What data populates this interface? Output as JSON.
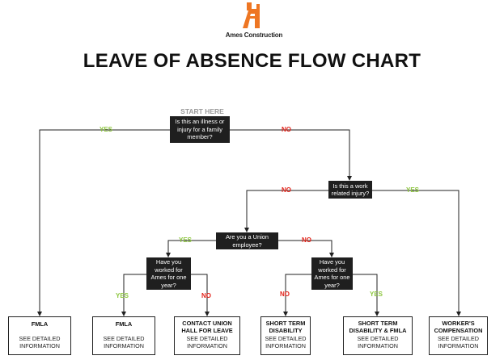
{
  "brand": {
    "name": "Ames Construction",
    "logo_color": "#ee7623"
  },
  "title": "LEAVE OF ABSENCE FLOW CHART",
  "start_label": "START HERE",
  "questions": {
    "illness": "Is this an illness or injury for a family member?",
    "work_related": "Is this a work related injury?",
    "union": "Are you a Union employee?",
    "worked_union": "Have you worked for Ames for one year?",
    "worked_nonunion": "Have you worked for Ames for one year?"
  },
  "answers": {
    "yes": "YES",
    "no": "NO"
  },
  "colors": {
    "yes": "#8dc63f",
    "no": "#e2231a",
    "box": "#1f1f1f"
  },
  "outcomes": [
    {
      "title": "FMLA",
      "info": "SEE DETAILED INFORMATION"
    },
    {
      "title": "FMLA",
      "info": "SEE DETAILED INFORMATION"
    },
    {
      "title": "CONTACT UNION HALL FOR LEAVE",
      "info": "SEE DETAILED INFORMATION"
    },
    {
      "title": "SHORT TERM DISABILITY",
      "info": "SEE DETAILED INFORMATION"
    },
    {
      "title": "SHORT TERM DISABILITY & FMLA",
      "info": "SEE DETAILED INFORMATION"
    },
    {
      "title": "WORKER'S COMPENSATION",
      "info": "SEE DETAILED INFORMATION"
    }
  ]
}
